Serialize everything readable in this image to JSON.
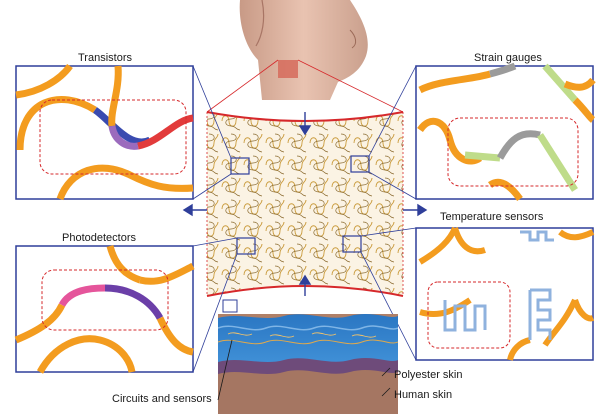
{
  "panels": {
    "transistors": "Transistors",
    "strain_gauges": "Strain gauges",
    "photodetectors": "Photodetectors",
    "temperature_sensors": "Temperature sensors"
  },
  "layers": {
    "circuits": "Circuits and sensors",
    "polyester": "Polyester skin",
    "human": "Human skin"
  },
  "colors": {
    "wire": "#f39c1f",
    "panel_border": "#2f3f9a",
    "dashed_box": "#d6282b",
    "transistor_blue": "#3a4bb0",
    "transistor_purple": "#9b6bbd",
    "transistor_red": "#e23b3b",
    "strain_green": "#bfdc8a",
    "strain_gray": "#9b9b9b",
    "photo_pink": "#e5559b",
    "photo_purple": "#6b3fa8",
    "temp_blue": "#8fb2de",
    "skin_blue": "#2f6fa8",
    "skin_brown": "#b08067"
  }
}
